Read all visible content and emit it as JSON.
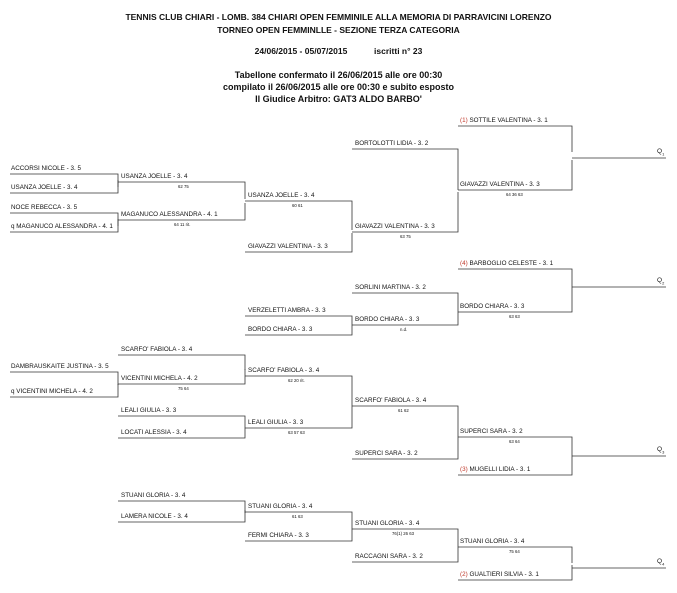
{
  "header": {
    "line1": "TENNIS CLUB CHIARI - LOMB. 384 CHIARI OPEN FEMMINILE ALLA MEMORIA DI PARRAVICINI LORENZO",
    "line2": "TORNEO OPEN FEMMINLLE - SEZIONE TERZA CATEGORIA",
    "dates": "24/06/2015 - 05/07/2015",
    "entries": "iscritti n° 23",
    "confirmed": "Tabellone confermato il 26/06/2015 alle ore 00:30",
    "compiled": "compilato il 26/06/2015 alle ore 00:30 e subito esposto",
    "referee": "Il Giudice Arbitro: GAT3 ALDO BARBO'"
  },
  "bracket": {
    "r0": [
      {
        "name": "ACCORSI NICOLE - 3. 5"
      },
      {
        "name": "USANZA JOELLE - 3. 4"
      },
      {
        "name": "NOCE REBECCA - 3. 5"
      },
      {
        "name": "q MAGANUCO ALESSANDRA - 4. 1"
      },
      {
        "name": "DAMBRAUSKAITE JUSTINA - 3. 5"
      },
      {
        "name": "q VICENTINI MICHELA - 4. 2"
      }
    ],
    "r1": [
      {
        "name": "USANZA JOELLE - 3. 4",
        "score": "62 75"
      },
      {
        "name": "MAGANUCO ALESSANDRA - 4. 1",
        "score": "64 11 rit."
      },
      {
        "name": "SCARFO' FABIOLA - 3. 4"
      },
      {
        "name": "VICENTINI MICHELA - 4. 2",
        "score": "75 64"
      },
      {
        "name": "LEALI GIULIA - 3. 3"
      },
      {
        "name": "LOCATI ALESSIA - 3. 4"
      },
      {
        "name": "STUANI GLORIA - 3. 4"
      },
      {
        "name": "LAMERA NICOLE - 3. 4"
      }
    ],
    "r2": [
      {
        "name": "USANZA JOELLE - 3. 4",
        "score": "60 61"
      },
      {
        "name": "GIAVAZZI VALENTINA - 3. 3"
      },
      {
        "name": "VERZELETTI AMBRA - 3. 3"
      },
      {
        "name": "BORDO CHIARA - 3. 3"
      },
      {
        "name": "SCARFO' FABIOLA - 3. 4",
        "score": "62 20 rit."
      },
      {
        "name": "LEALI GIULIA - 3. 3",
        "score": "63 57 63"
      },
      {
        "name": "STUANI GLORIA - 3. 4",
        "score": "61 63"
      },
      {
        "name": "FERMI CHIARA - 3. 3"
      }
    ],
    "r3": [
      {
        "name": "BORTOLOTTI LIDIA - 3. 2"
      },
      {
        "name": "GIAVAZZI VALENTINA - 3. 3",
        "score": "63 75"
      },
      {
        "name": "SORLINI MARTINA - 3. 2"
      },
      {
        "name": "BORDO CHIARA - 3. 3",
        "score": "n.d."
      },
      {
        "name": "SCARFO' FABIOLA - 3. 4",
        "score": "61 62"
      },
      {
        "name": "SUPERCI SARA - 3. 2"
      },
      {
        "name": "STUANI GLORIA - 3. 4",
        "score": "76(1) 26 63"
      },
      {
        "name": "RACCAGNI SARA - 3. 2"
      }
    ],
    "r4": [
      {
        "seed": "(1)",
        "name": "SOTTILE VALENTINA - 3. 1"
      },
      {
        "name": "GIAVAZZI VALENTINA - 3. 3",
        "score": "64 36 63"
      },
      {
        "seed": "(4)",
        "name": "BARBOGLIO CELESTE - 3. 1"
      },
      {
        "name": "BORDO CHIARA - 3. 3",
        "score": "63 63"
      },
      {
        "name": "SUPERCI SARA - 3. 2",
        "score": "63 64"
      },
      {
        "seed": "(3)",
        "name": "MUGELLI LIDIA - 3. 1"
      },
      {
        "name": "STUANI GLORIA - 3. 4",
        "score": "75 64"
      },
      {
        "seed": "(2)",
        "name": "GUALTIERI SILVIA - 3. 1"
      }
    ],
    "qualifiers": [
      {
        "label": "Q",
        "sub": "1"
      },
      {
        "label": "Q",
        "sub": "2"
      },
      {
        "label": "Q",
        "sub": "3"
      },
      {
        "label": "Q",
        "sub": "4"
      }
    ]
  }
}
